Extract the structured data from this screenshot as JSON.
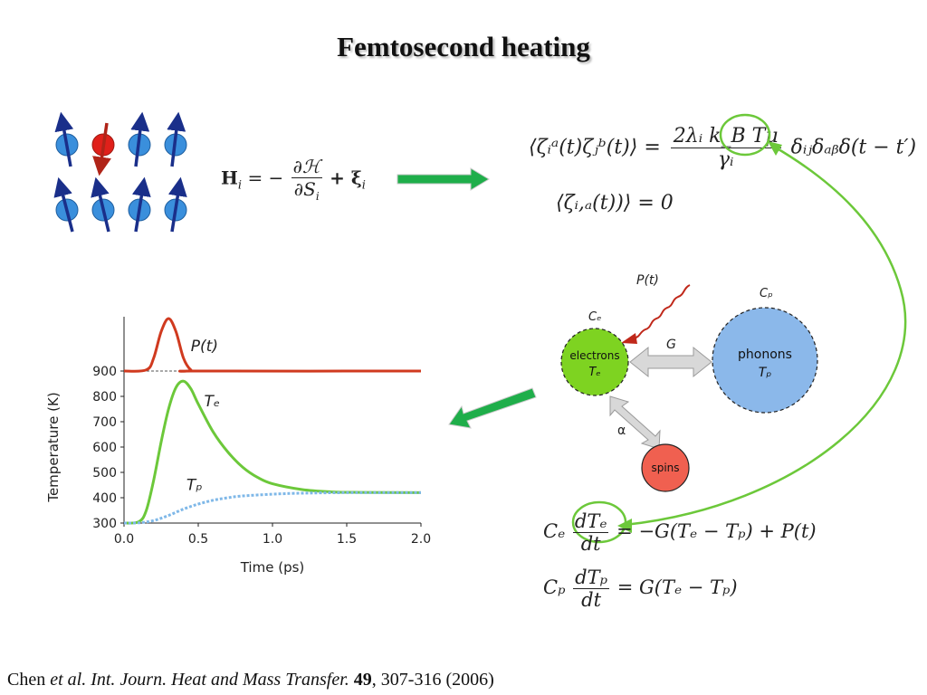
{
  "title": "Femtosecond heating",
  "spin_eq": {
    "lhs": "H",
    "lhs_sub": "i",
    "eq": "= −",
    "num": "∂ℋ",
    "den": "∂S",
    "den_sub": "i",
    "plus": "+ ξ",
    "plus_sub": "i"
  },
  "noise_eq": {
    "line1_lhs": "⟨ζᵢᵃ(t)ζⱼᵇ(t)⟩ =",
    "line1_num": "2λᵢ k_B Tμ",
    "line1_den": "γᵢ",
    "line1_rhs": "δᵢⱼδₐᵦδ(t − t′)",
    "line2": "⟨ζᵢ,ₐ(t))⟩ = 0"
  },
  "diagram": {
    "pulse_label": "P(t)",
    "electrons_cap": "Cₑ",
    "electrons_line1": "electrons",
    "electrons_line2": "Tₑ",
    "phonons_cap": "Cₚ",
    "phonons_line1": "phonons",
    "phonons_line2": "Tₚ",
    "coupling_G": "G",
    "coupling_alpha": "α",
    "spins_label": "spins"
  },
  "ttm_eq": {
    "line1_C": "Cₑ",
    "line1_num": "dTₑ",
    "line1_den": "dt",
    "line1_rhs": "= −G(Tₑ − Tₚ) + P(t)",
    "line2_C": "Cₚ",
    "line2_num": "dTₚ",
    "line2_den": "dt",
    "line2_rhs": "= G(Tₑ − Tₚ)"
  },
  "colors": {
    "arrow_green": "#1fae4a",
    "curve_green": "#6cc83a",
    "pulse_red": "#d03a1f",
    "phonon_blue": "#8bb8ea",
    "spin_blue": "#3a8fdc",
    "spin_red": "#e0201a",
    "electron_green": "#7ed321",
    "spins_red": "#f06050"
  },
  "chart_data": {
    "type": "line",
    "title": "",
    "xlabel": "Time (ps)",
    "ylabel": "Temperature (K)",
    "xlim": [
      0.0,
      2.0
    ],
    "ylim": [
      300,
      900
    ],
    "xticks": [
      "0.0",
      "0.5",
      "1.0",
      "1.5",
      "2.0"
    ],
    "yticks": [
      "300",
      "400",
      "500",
      "600",
      "700",
      "800",
      "900"
    ],
    "series": [
      {
        "name": "Tₑ",
        "color": "#6cc83a",
        "x": [
          0.0,
          0.1,
          0.15,
          0.2,
          0.25,
          0.3,
          0.35,
          0.4,
          0.45,
          0.5,
          0.6,
          0.7,
          0.8,
          0.9,
          1.0,
          1.2,
          1.4,
          1.6,
          2.0
        ],
        "y": [
          300,
          305,
          350,
          470,
          620,
          750,
          835,
          860,
          830,
          770,
          660,
          580,
          520,
          480,
          455,
          432,
          423,
          421,
          420
        ]
      },
      {
        "name": "Tₚ",
        "color": "#7fb8e8",
        "x": [
          0.0,
          0.1,
          0.2,
          0.3,
          0.4,
          0.5,
          0.6,
          0.7,
          0.8,
          1.0,
          1.2,
          1.5,
          2.0
        ],
        "y": [
          300,
          301,
          310,
          330,
          355,
          375,
          390,
          400,
          407,
          414,
          418,
          420,
          420
        ]
      },
      {
        "name": "P(t)",
        "color": "#d03a1f",
        "x": [
          0.0,
          0.15,
          0.2,
          0.25,
          0.3,
          0.35,
          0.4,
          0.45,
          0.5,
          2.0
        ],
        "y": [
          0,
          0.02,
          0.25,
          0.75,
          1.0,
          0.75,
          0.25,
          0.02,
          0,
          0
        ]
      }
    ]
  },
  "chart_labels": {
    "pulse": "P(t)",
    "te": "Tₑ",
    "tp": "Tₚ"
  },
  "citation": {
    "author": "Chen",
    "etal": "et al. Int. Journ. Heat and Mass Transfer.",
    "volume": "49",
    "rest": ", 307-316 (2006)"
  }
}
